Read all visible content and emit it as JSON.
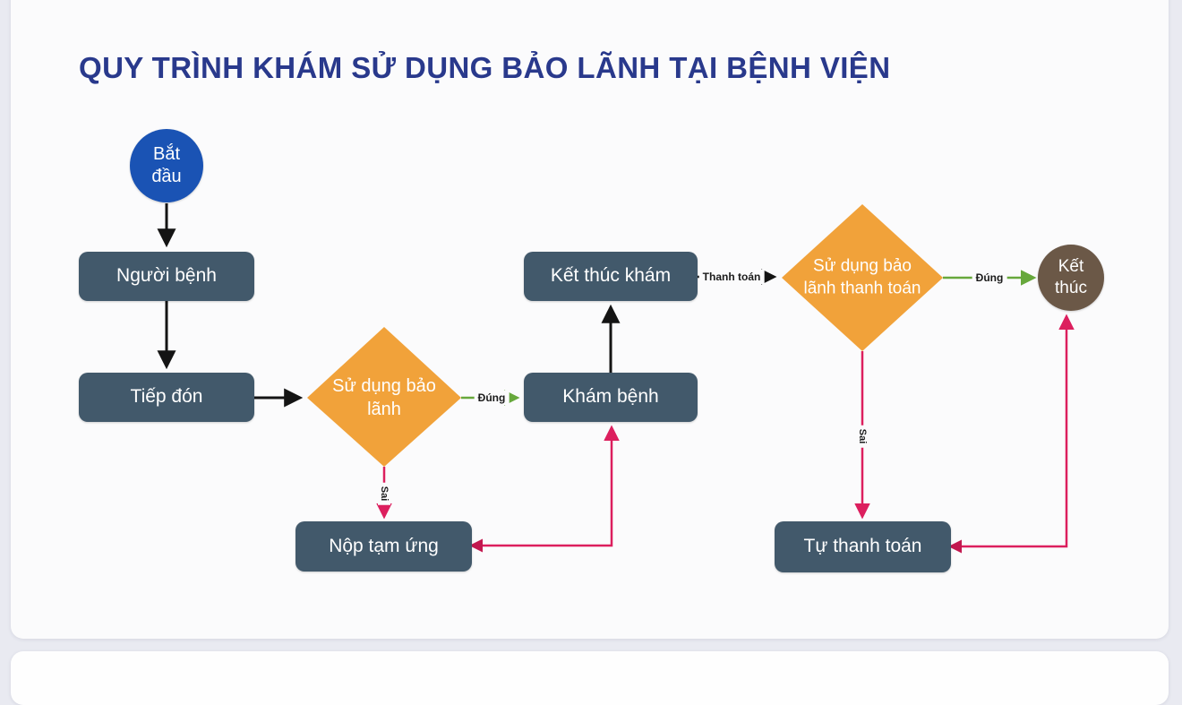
{
  "page": {
    "title": "QUY TRÌNH KHÁM SỬ DỤNG BẢO LÃNH TẠI BỆNH VIỆN"
  },
  "colors": {
    "title_blue": "#29398c",
    "process_box": "#42596b",
    "start_circle": "#1a53b4",
    "end_circle": "#6b5847",
    "decision_diamond": "#f1a23a",
    "edge_true_green": "#67a83c",
    "edge_false_red": "#dc1f5e",
    "edge_black": "#141414"
  },
  "nodes": {
    "start": "Bắt đầu",
    "patient": "Người bệnh",
    "reception": "Tiếp đón",
    "decision_insurance": "Sử dụng bảo lãnh",
    "exam": "Khám bệnh",
    "exam_end": "Kết thúc khám",
    "decision_payment": "Sử dụng bảo lãnh thanh toán",
    "deposit": "Nộp tạm ứng",
    "self_payment": "Tự thanh toán",
    "end": "Kết thúc"
  },
  "edge_labels": {
    "true1": "Đúng",
    "false1": "Sai",
    "payment": "Thanh toán",
    "true2": "Đúng",
    "false2": "Sai"
  }
}
